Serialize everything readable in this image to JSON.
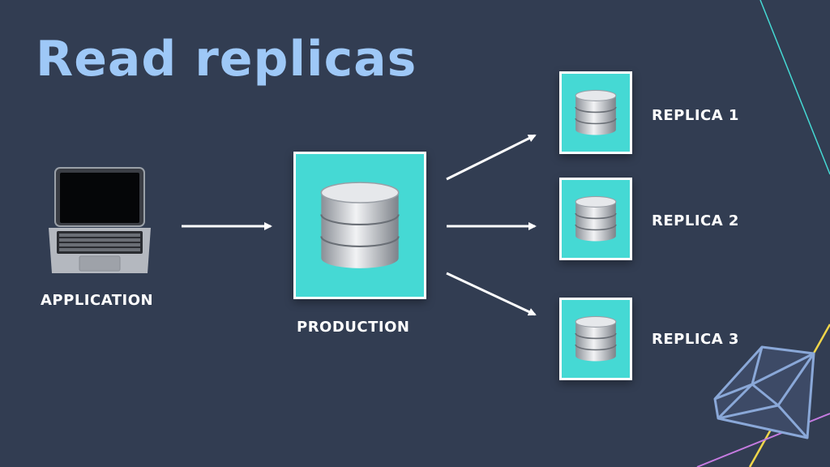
{
  "title": "Read replicas",
  "nodes": {
    "application": {
      "label": "APPLICATION",
      "icon": "laptop-icon"
    },
    "production": {
      "label": "PRODUCTION",
      "icon": "database-icon"
    },
    "replicas": [
      {
        "label": "REPLICA 1",
        "icon": "database-icon"
      },
      {
        "label": "REPLICA 2",
        "icon": "database-icon"
      },
      {
        "label": "REPLICA 3",
        "icon": "database-icon"
      }
    ]
  },
  "edges": [
    {
      "from": "application",
      "to": "production"
    },
    {
      "from": "production",
      "to": "replica-1"
    },
    {
      "from": "production",
      "to": "replica-2"
    },
    {
      "from": "production",
      "to": "replica-3"
    }
  ],
  "colors": {
    "background": "#323d52",
    "title": "#9ec8f7",
    "node_fill": "#45d9d4",
    "label": "#ffffff",
    "arrow": "#ffffff"
  },
  "decor_icon": "ruby-gem-icon"
}
